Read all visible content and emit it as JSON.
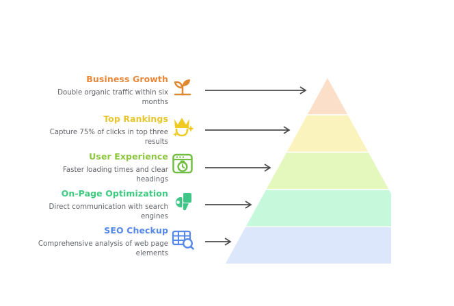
{
  "rows": [
    {
      "title": "Business Growth",
      "desc": "Double organic traffic within six months",
      "title_color": "#E8883A",
      "icon": "sprout-icon",
      "icon_color": "#E0882F",
      "arrow_label": "arrow-to-tier-1"
    },
    {
      "title": "Top Rankings",
      "desc": "Capture 75% of clicks in top three results",
      "title_color": "#E8C52E",
      "icon": "crown-icon",
      "icon_color": "#EFCA22",
      "arrow_label": "arrow-to-tier-2"
    },
    {
      "title": "User Experience",
      "desc": "Faster loading times and clear headings",
      "title_color": "#8DC63F",
      "icon": "browser-stopwatch-icon",
      "icon_color": "#72BE44",
      "arrow_label": "arrow-to-tier-3"
    },
    {
      "title": "On-Page Optimization",
      "desc": "Direct communication with search engines",
      "title_color": "#3DCB7F",
      "icon": "puzzle-piece-icon",
      "icon_color": "#3FC586",
      "arrow_label": "arrow-to-tier-4"
    },
    {
      "title": "SEO Checkup",
      "desc": "Comprehensive analysis of web page elements",
      "title_color": "#5588E8",
      "icon": "table-search-icon",
      "icon_color": "#5588E8",
      "arrow_label": "arrow-to-tier-5"
    }
  ],
  "pyramid": {
    "name": "seo-pyramid",
    "tiers": [
      {
        "name": "tier-1-business-growth",
        "color": "#FCDFC9"
      },
      {
        "name": "tier-2-top-rankings",
        "color": "#FBF3BE"
      },
      {
        "name": "tier-3-user-experience",
        "color": "#E4F7BC"
      },
      {
        "name": "tier-4-on-page-optimization",
        "color": "#C6F8DC"
      },
      {
        "name": "tier-5-seo-checkup",
        "color": "#DDE7FB"
      }
    ]
  },
  "arrow_color": "#4A4A4A"
}
